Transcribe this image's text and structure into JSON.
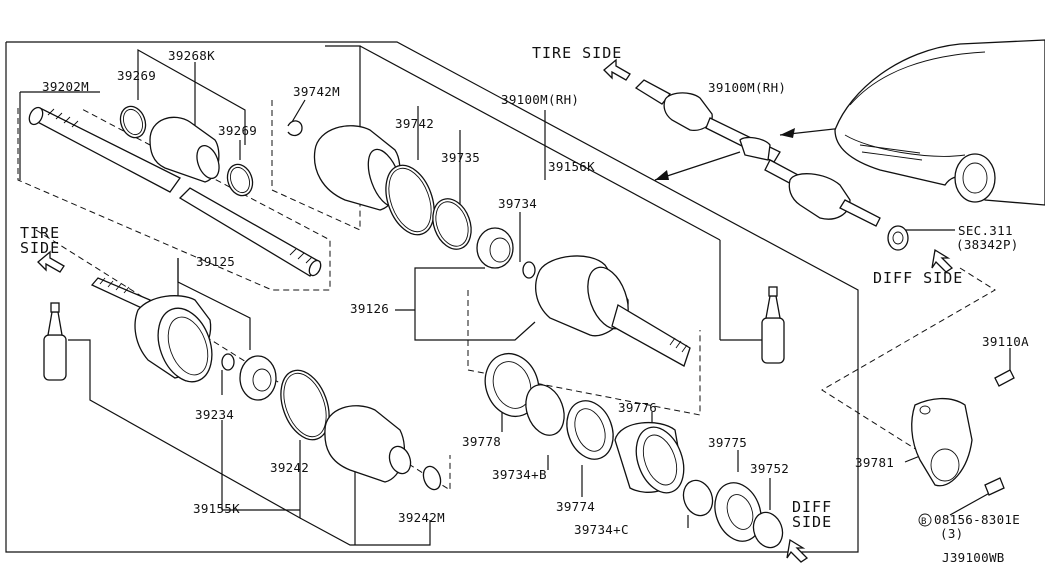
{
  "diagram_id": "J39100WB",
  "directions": {
    "tire_side_top": "TIRE SIDE",
    "tire_side_left_1": "TIRE",
    "tire_side_left_2": "SIDE",
    "diff_side_right": "DIFF SIDE",
    "diff_side_bottom_1": "DIFF",
    "diff_side_bottom_2": "SIDE"
  },
  "labels": {
    "p39202M": "39202M",
    "p39269a": "39269",
    "p39268K": "39268K",
    "p39269b": "39269",
    "p39742M": "39742M",
    "p39742": "39742",
    "p39735": "39735",
    "p39100M_top": "39100M(RH)",
    "p39100M_car": "39100M(RH)",
    "p39156K": "39156K",
    "p39734": "39734",
    "p39126": "39126",
    "p39125": "39125",
    "p39234": "39234",
    "p39242": "39242",
    "p39155K": "39155K",
    "p39242M": "39242M",
    "p39778": "39778",
    "p39734B": "39734+B",
    "p39774": "39774",
    "p39776": "39776",
    "p39734C": "39734+C",
    "p39775": "39775",
    "p39752": "39752",
    "sec311_1": "SEC.311",
    "sec311_2": "(38342P)",
    "p39110A": "39110A",
    "p39781": "39781",
    "bolt_code": "08156-8301E",
    "bolt_qty": "(3)",
    "bolt_prefix": "B"
  }
}
